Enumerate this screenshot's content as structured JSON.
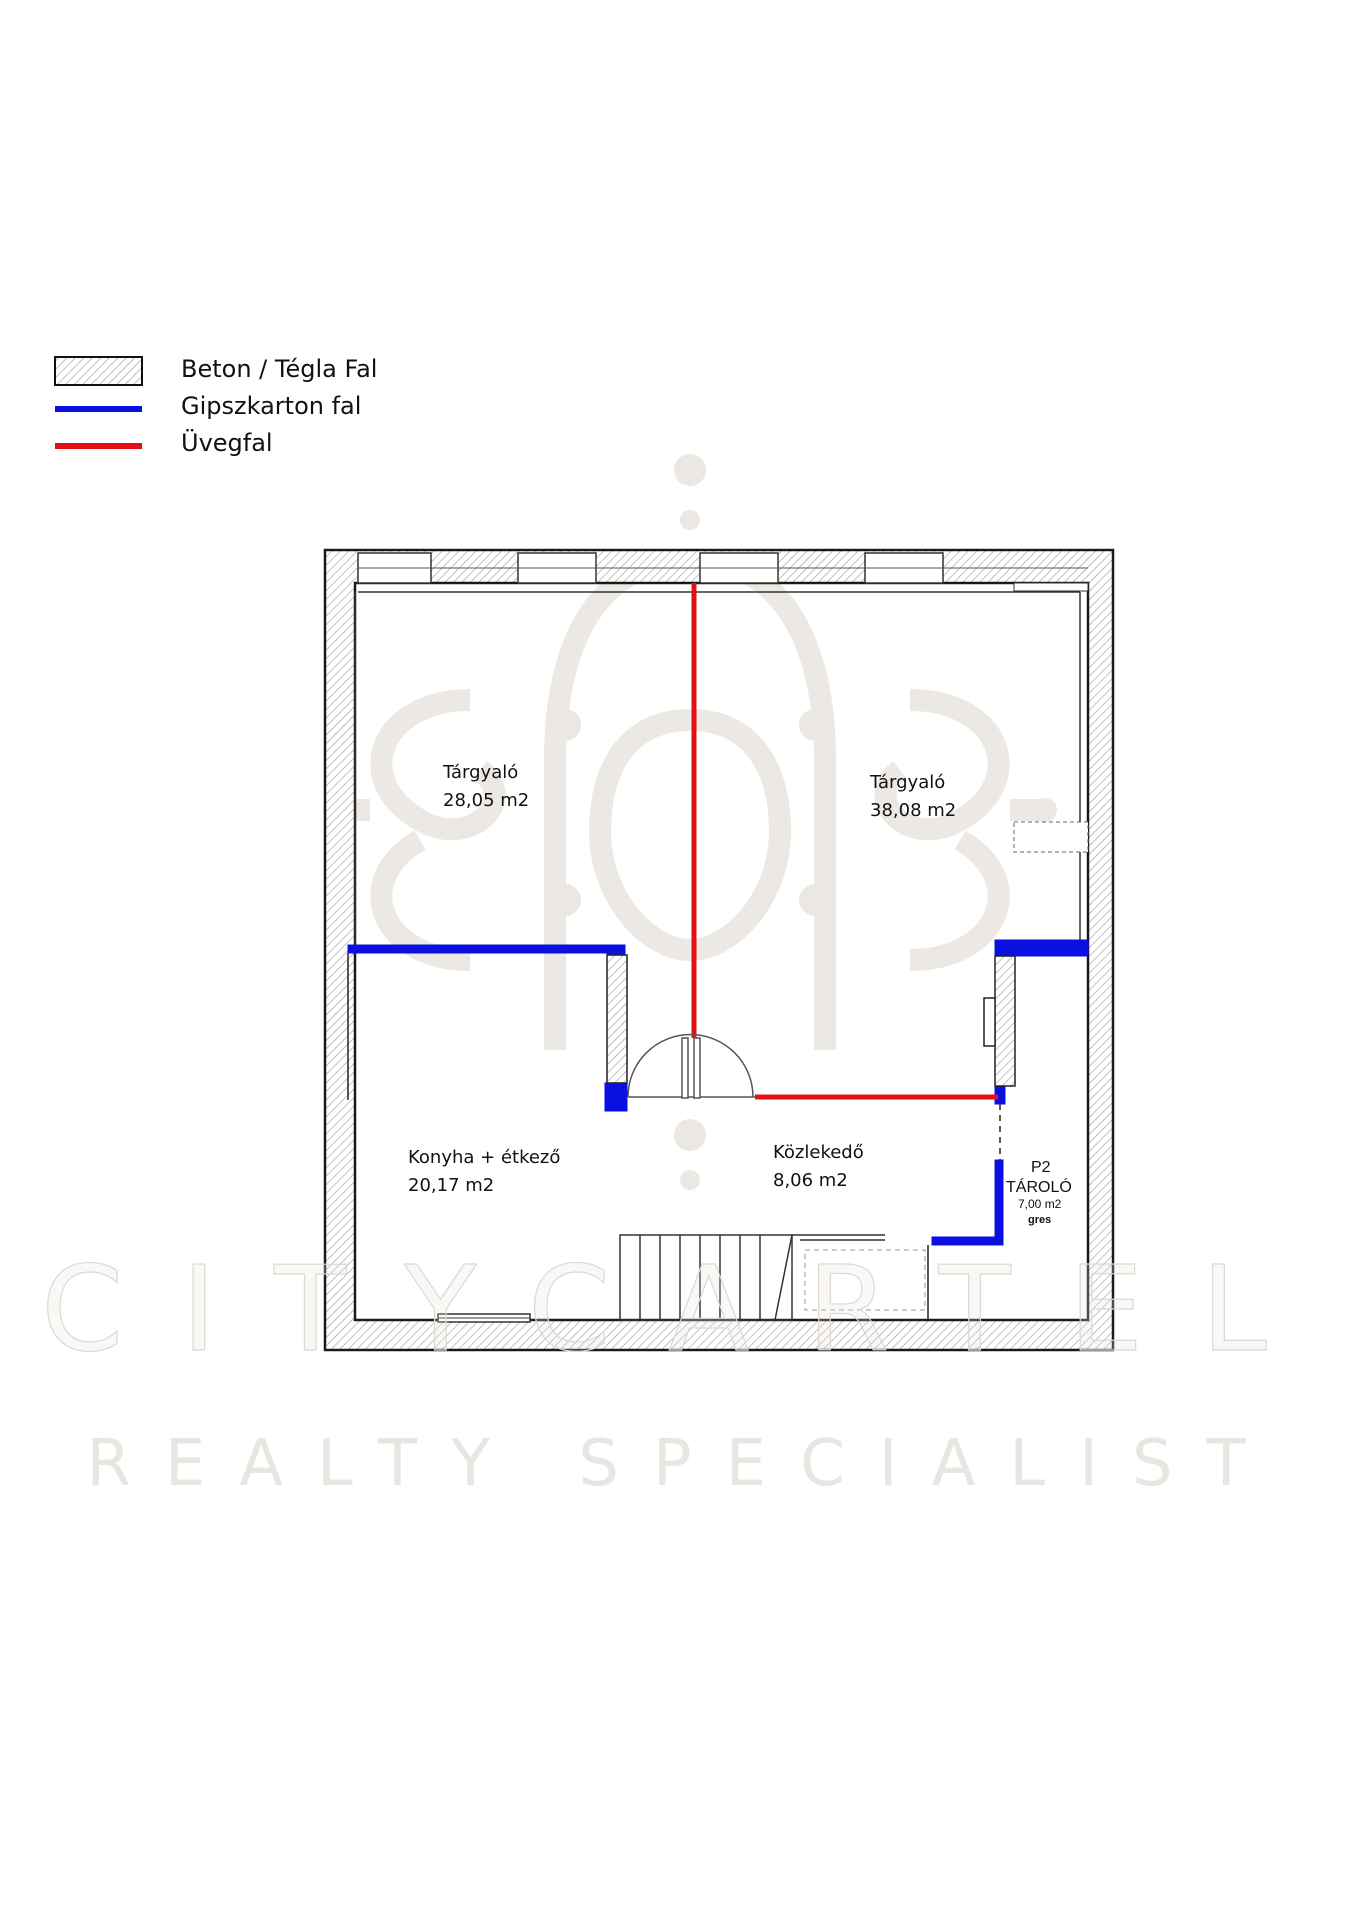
{
  "legend": {
    "items": [
      {
        "label": "Beton / Tégla Fal",
        "type": "hatch"
      },
      {
        "label": "Gipszkarton fal",
        "type": "line",
        "color": "#0a10e0"
      },
      {
        "label": "Üvegfal",
        "type": "line",
        "color": "#e31016"
      }
    ]
  },
  "rooms": {
    "meeting_left": {
      "name": "Tárgyaló",
      "area": "28,05 m2"
    },
    "meeting_right": {
      "name": "Tárgyaló",
      "area": "38,08 m2"
    },
    "kitchen": {
      "name": "Konyha + étkező",
      "area": "20,17 m2"
    },
    "corridor": {
      "name": "Közlekedő",
      "area": "8,06 m2"
    },
    "storage": {
      "code": "P2",
      "name": "TÁROLÓ",
      "area": "7,00 m2",
      "floor": "gres"
    }
  },
  "watermark": {
    "brand": "CITYCARTEL",
    "tagline": "REALTY SPECIALIST"
  },
  "colors": {
    "gypsum": "#0a10e0",
    "glass": "#e31016",
    "wall": "#1a1a1a",
    "watermark": "#e9e5e0"
  }
}
